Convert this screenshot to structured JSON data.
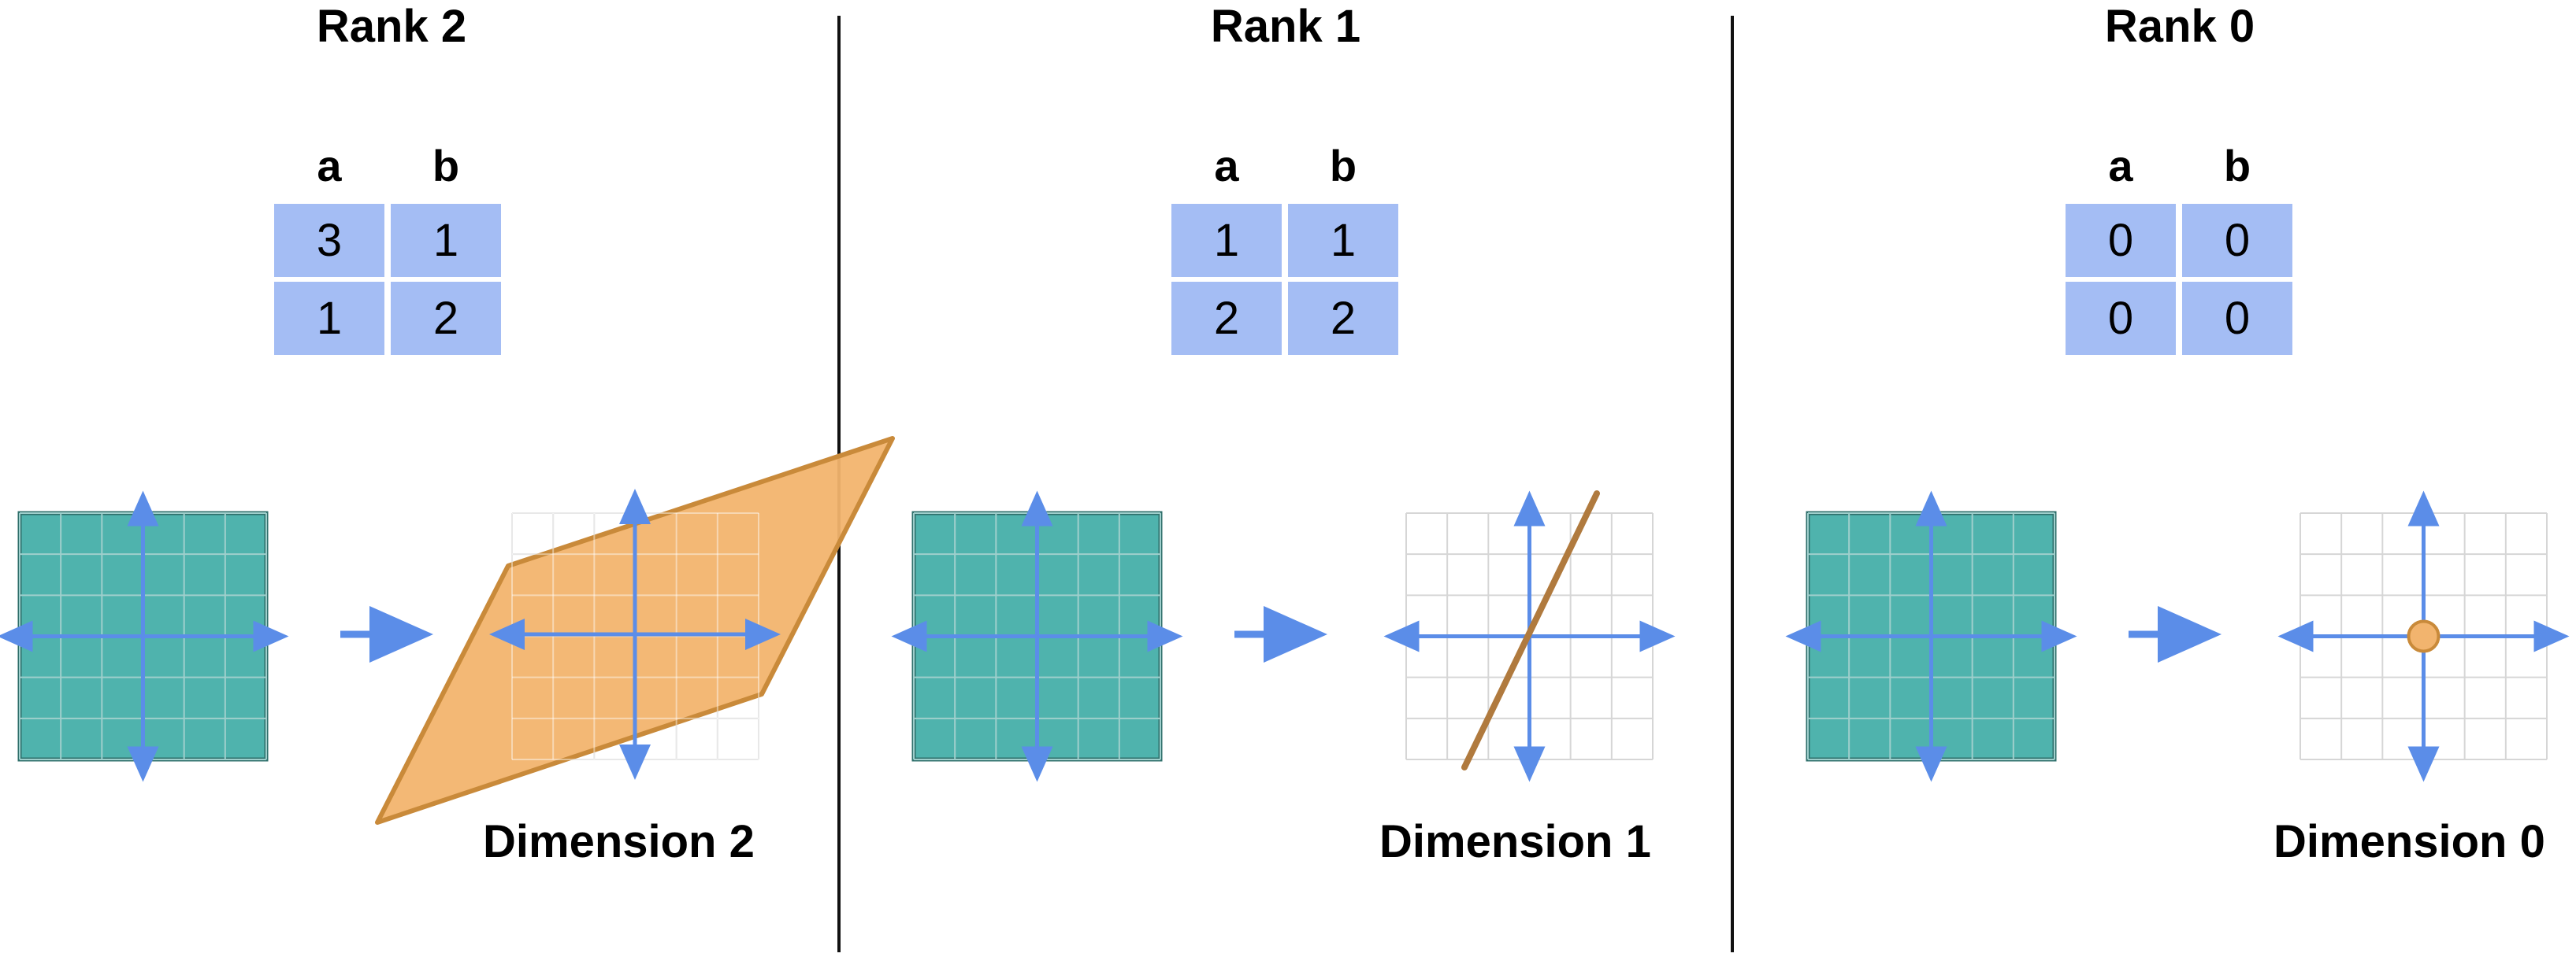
{
  "colors": {
    "teal": "#4fb3ad",
    "blue": "#5b8de8",
    "orange": "#f2b46e",
    "orange_stroke": "#c98a3a",
    "cell_bg": "#a4bdf4",
    "grid": "#d6d6d6",
    "line": "#b07a3e"
  },
  "icons": {
    "transform_arrow": "right-arrow-icon",
    "axes": "axes-cross-icon"
  },
  "panels": [
    {
      "title": "Rank 2",
      "headers": [
        "a",
        "b"
      ],
      "matrix": [
        [
          "3",
          "1"
        ],
        [
          "1",
          "2"
        ]
      ],
      "output_label": "Dimension 2",
      "output_kind": "plane"
    },
    {
      "title": "Rank 1",
      "headers": [
        "a",
        "b"
      ],
      "matrix": [
        [
          "1",
          "1"
        ],
        [
          "2",
          "2"
        ]
      ],
      "output_label": "Dimension 1",
      "output_kind": "line"
    },
    {
      "title": "Rank 0",
      "headers": [
        "a",
        "b"
      ],
      "matrix": [
        [
          "0",
          "0"
        ],
        [
          "0",
          "0"
        ]
      ],
      "output_label": "Dimension 0",
      "output_kind": "point"
    }
  ]
}
